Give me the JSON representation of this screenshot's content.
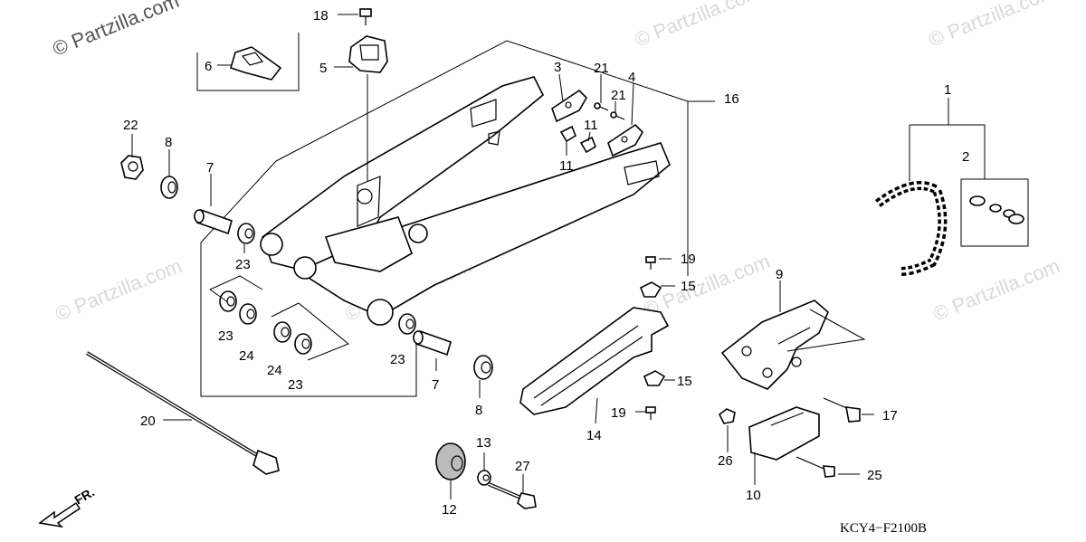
{
  "watermarks": [
    "© Partzilla.com",
    "© Partzilla.com",
    "© Partzilla.com",
    "© Partzilla.com",
    "© Partzilla.com",
    "© Partzilla.com",
    "© Partzilla.com"
  ],
  "part_labels": {
    "p1": "1",
    "p2": "2",
    "p3": "3",
    "p4": "4",
    "p5": "5",
    "p6": "6",
    "p7a": "7",
    "p7b": "7",
    "p8a": "8",
    "p8b": "8",
    "p9": "9",
    "p10": "10",
    "p11a": "11",
    "p11b": "11",
    "p12": "12",
    "p13": "13",
    "p14": "14",
    "p15a": "15",
    "p15b": "15",
    "p16": "16",
    "p17": "17",
    "p18": "18",
    "p19a": "19",
    "p19b": "19",
    "p20": "20",
    "p21a": "21",
    "p21b": "21",
    "p22": "22",
    "p23a": "23",
    "p23b": "23",
    "p23c": "23",
    "p23d": "23",
    "p24a": "24",
    "p24b": "24",
    "p25": "25",
    "p26": "26",
    "p27": "27"
  },
  "diagram_code": "KCY4−F2100B",
  "front_indicator": "FR."
}
